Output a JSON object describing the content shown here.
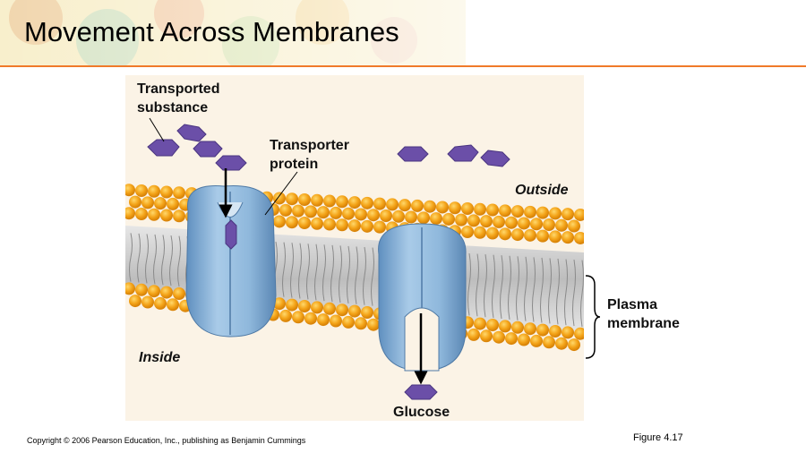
{
  "slide": {
    "title": "Movement Across Membranes",
    "accent_color": "#f07a2a"
  },
  "diagram": {
    "labels": {
      "transported_substance": [
        "Transported",
        "substance"
      ],
      "transporter_protein": [
        "Transporter",
        "protein"
      ],
      "outside": "Outside",
      "inside": "Inside",
      "plasma_membrane": [
        "Plasma",
        "membrane"
      ],
      "glucose": "Glucose"
    },
    "colors": {
      "lipid_head": "#f4a419",
      "protein": "#8fb8dc",
      "molecule": "#6b4fa8",
      "background": "#fbf3e6"
    },
    "icons": [
      "hexagon-molecule-icon",
      "arrow-down-icon",
      "brace-icon"
    ]
  },
  "footer": {
    "copyright": "Copyright © 2006 Pearson Education, Inc., publishing as Benjamin Cummings",
    "figure_ref": "Figure 4.17"
  }
}
